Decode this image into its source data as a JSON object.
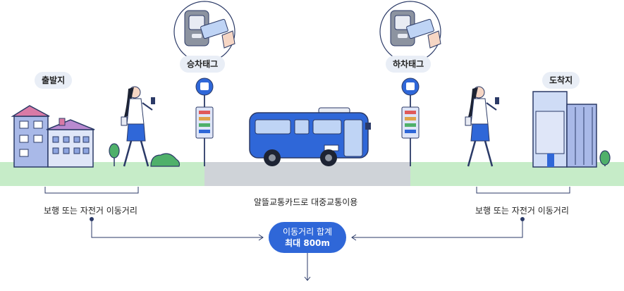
{
  "origin": {
    "label": "출발지"
  },
  "destination": {
    "label": "도착지"
  },
  "boarding_tag": {
    "label": "승차태그"
  },
  "alighting_tag": {
    "label": "하차태그"
  },
  "walk_left": {
    "label": "보행 또는 자전거 이동거리"
  },
  "walk_right": {
    "label": "보행 또는 자전거 이동거리"
  },
  "transit": {
    "label": "알뜰교통카드로 대중교통이용"
  },
  "total": {
    "line1": "이동거리 합계",
    "line2": "최대 800m"
  },
  "colors": {
    "ground": "#c6ecc8",
    "road": "#cfd3d8",
    "bus": "#2f67d8",
    "accent": "#2f67d8",
    "pill_bg": "#e9eef6"
  },
  "icons": [
    "bus-stop-icon",
    "card-reader-icon",
    "bus-icon",
    "woman-walking-icon",
    "house-icon",
    "building-icon",
    "tree-icon",
    "bush-icon"
  ]
}
